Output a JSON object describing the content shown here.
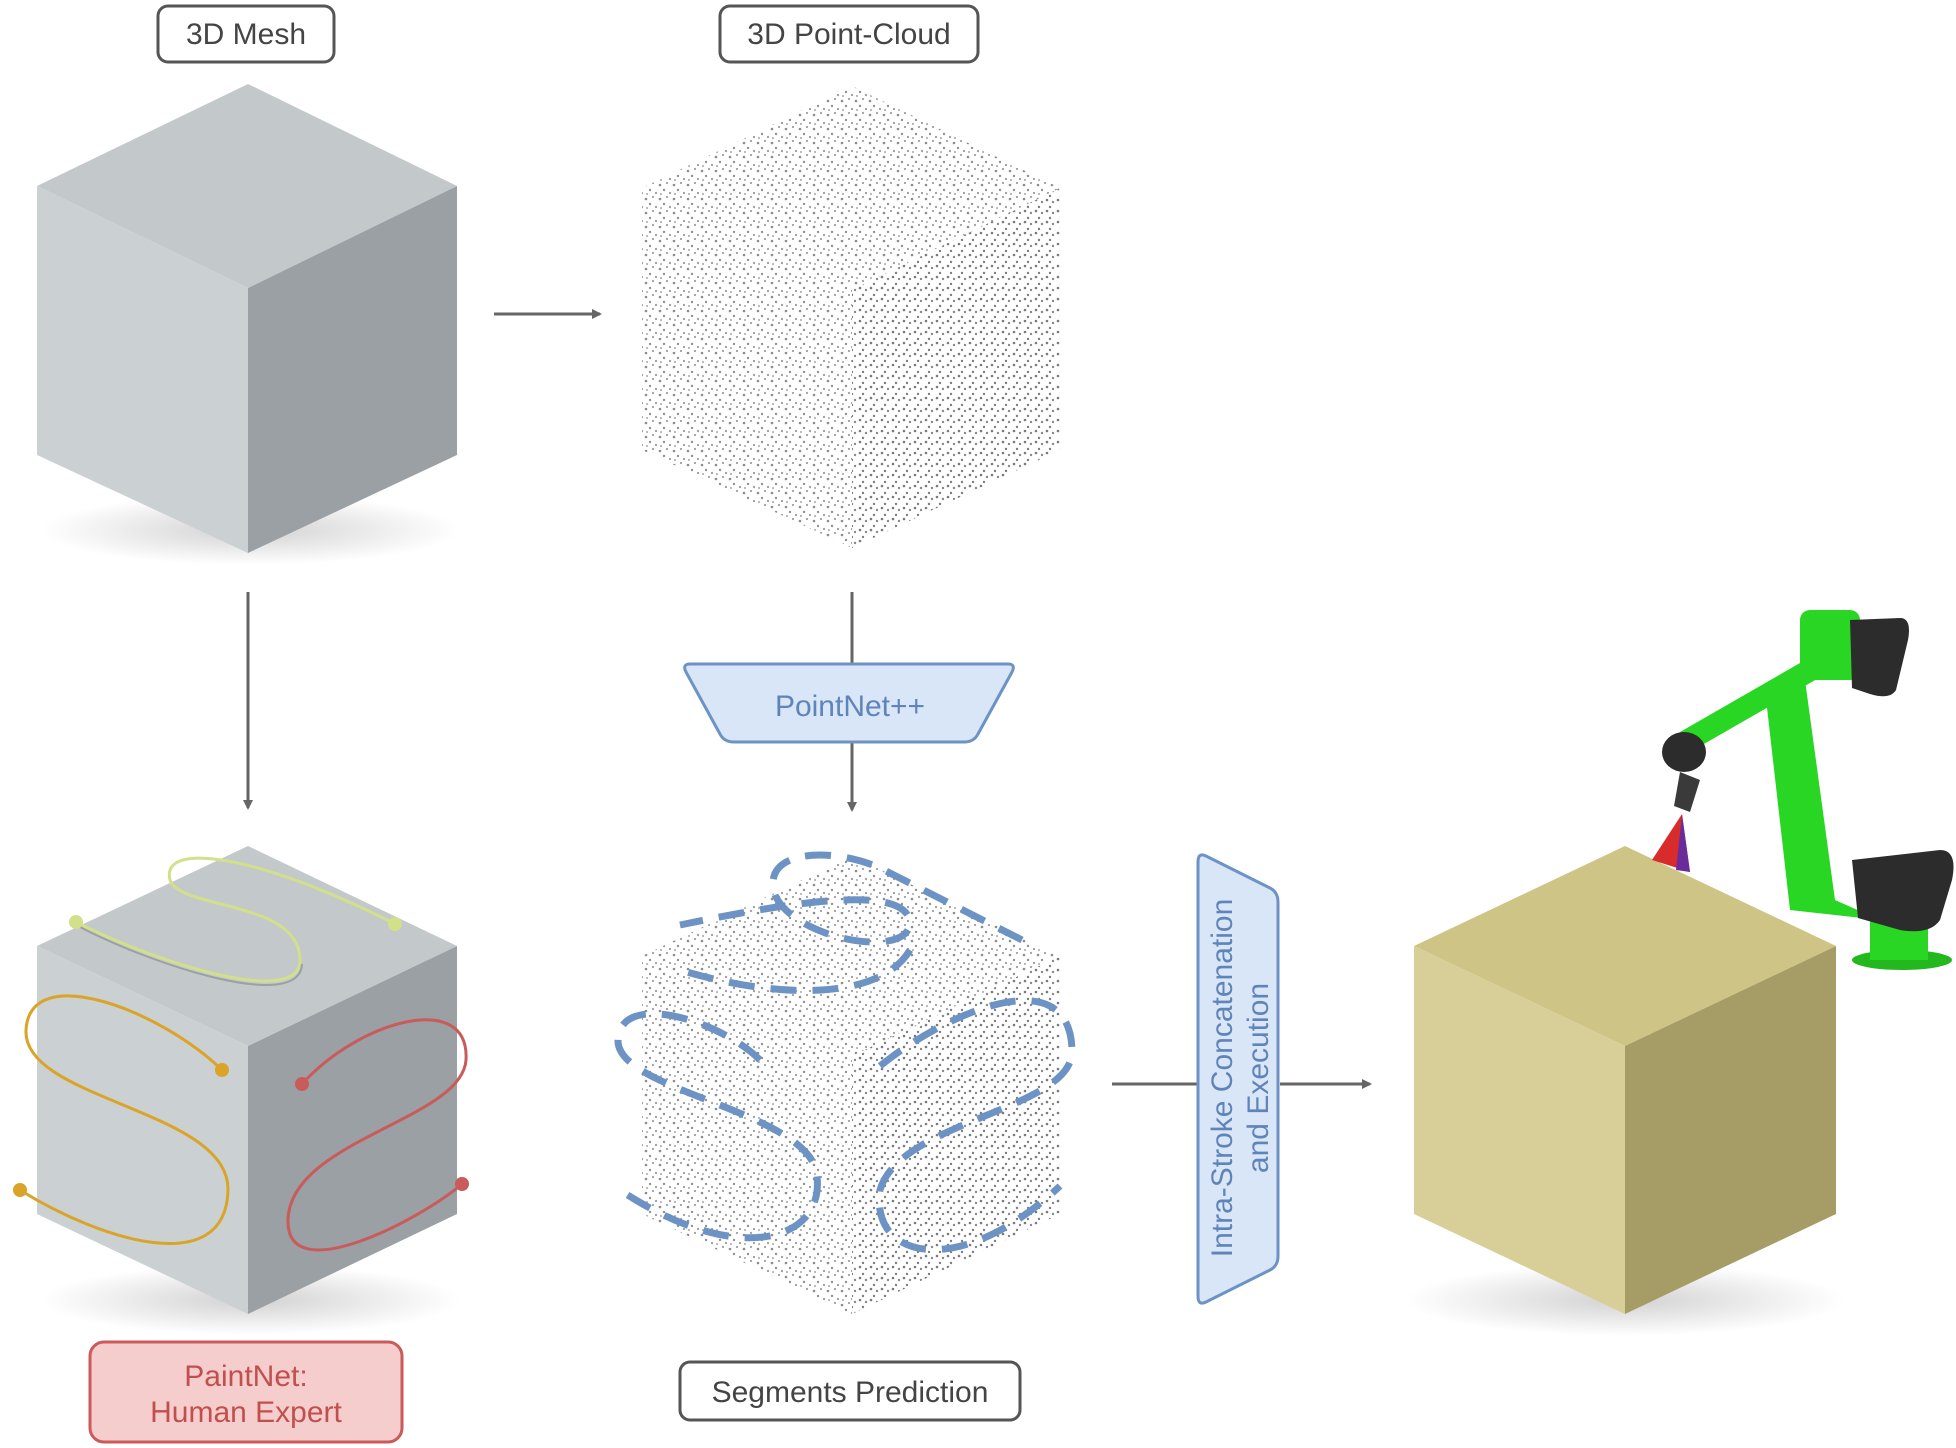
{
  "labels": {
    "mesh": "3D Mesh",
    "point_cloud": "3D Point-Cloud",
    "network": "PointNet++",
    "expert_line1": "PaintNet:",
    "expert_line2": "Human Expert",
    "segments": "Segments Prediction",
    "concat_line1": "Intra-Stroke Concatenation",
    "concat_line2": "and Execution"
  },
  "colors": {
    "cube_top": "#c3c8cb",
    "cube_left": "#cbd0d3",
    "cube_right": "#9aa0a4",
    "box_border": "#555555",
    "blue_fill": "#d9e6f8",
    "blue_stroke": "#6d93c4",
    "blue_text": "#5f84b8",
    "red_fill": "#f6cdcd",
    "red_stroke": "#cc5a5a",
    "red_text": "#c0504d",
    "stroke_lime": "#d2e08a",
    "stroke_gold": "#d9a428",
    "stroke_red": "#c95b5b",
    "target_top": "#cec486",
    "target_left": "#d8cf98",
    "target_right": "#a69d66",
    "robot": "#2ad624"
  }
}
